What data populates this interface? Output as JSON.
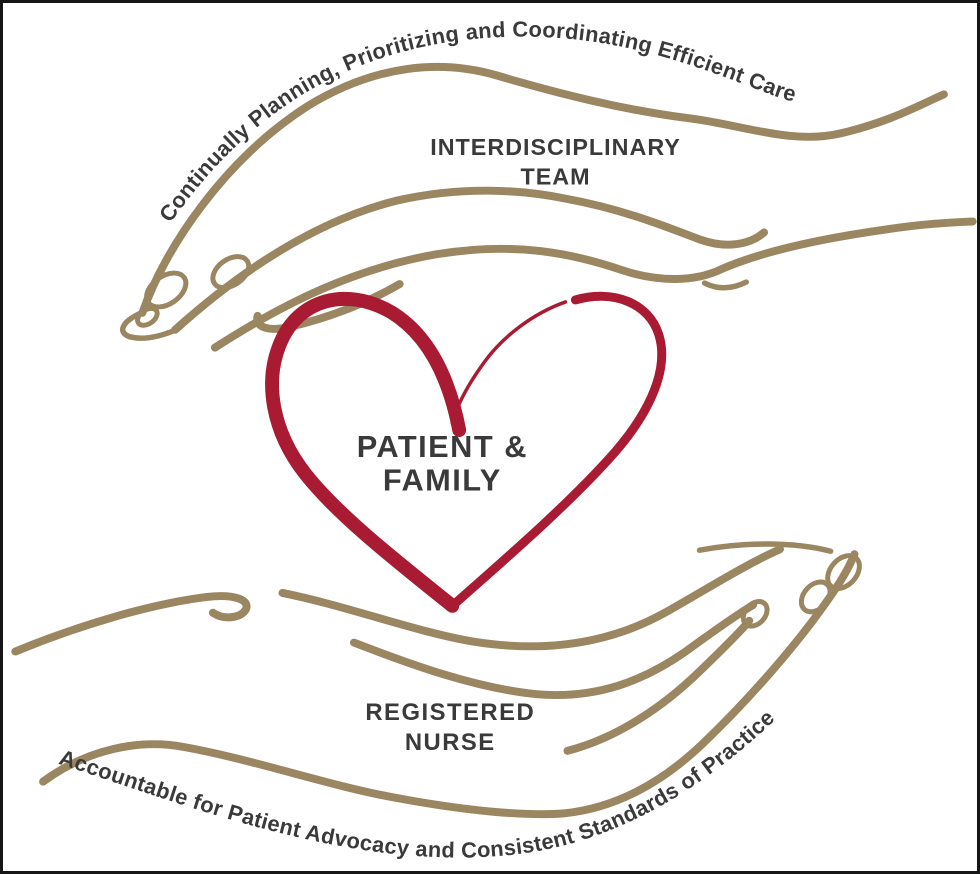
{
  "diagram": {
    "title_semantic": "Patient and family centered care diagram",
    "top_hand": {
      "arc_text": "Continually Planning, Prioritizing and Coordinating Efficient Care",
      "label_line1": "INTERDISCIPLINARY",
      "label_line2": "TEAM"
    },
    "center_heart": {
      "label_line1": "PATIENT &",
      "label_line2": "FAMILY"
    },
    "bottom_hand": {
      "arc_text": "Accountable for Patient Advocacy and Consistent Standards of Practice",
      "label_line1": "REGISTERED",
      "label_line2": "NURSE"
    },
    "icons": {
      "top_hand_icon": "hand cupped palm-down over heart, fingers pointing lower-left",
      "bottom_hand_icon": "hand cupped palm-up under heart, fingers pointing upper-right",
      "heart_icon": "calligraphic open-line heart outline"
    },
    "colors": {
      "hand_line": "#9A8660",
      "heart_outline": "#A81B33",
      "label_text": "#3A3A3A",
      "arc_text": "#3A3A3A",
      "background": "#FFFFFF",
      "frame_border": "#161616"
    }
  }
}
